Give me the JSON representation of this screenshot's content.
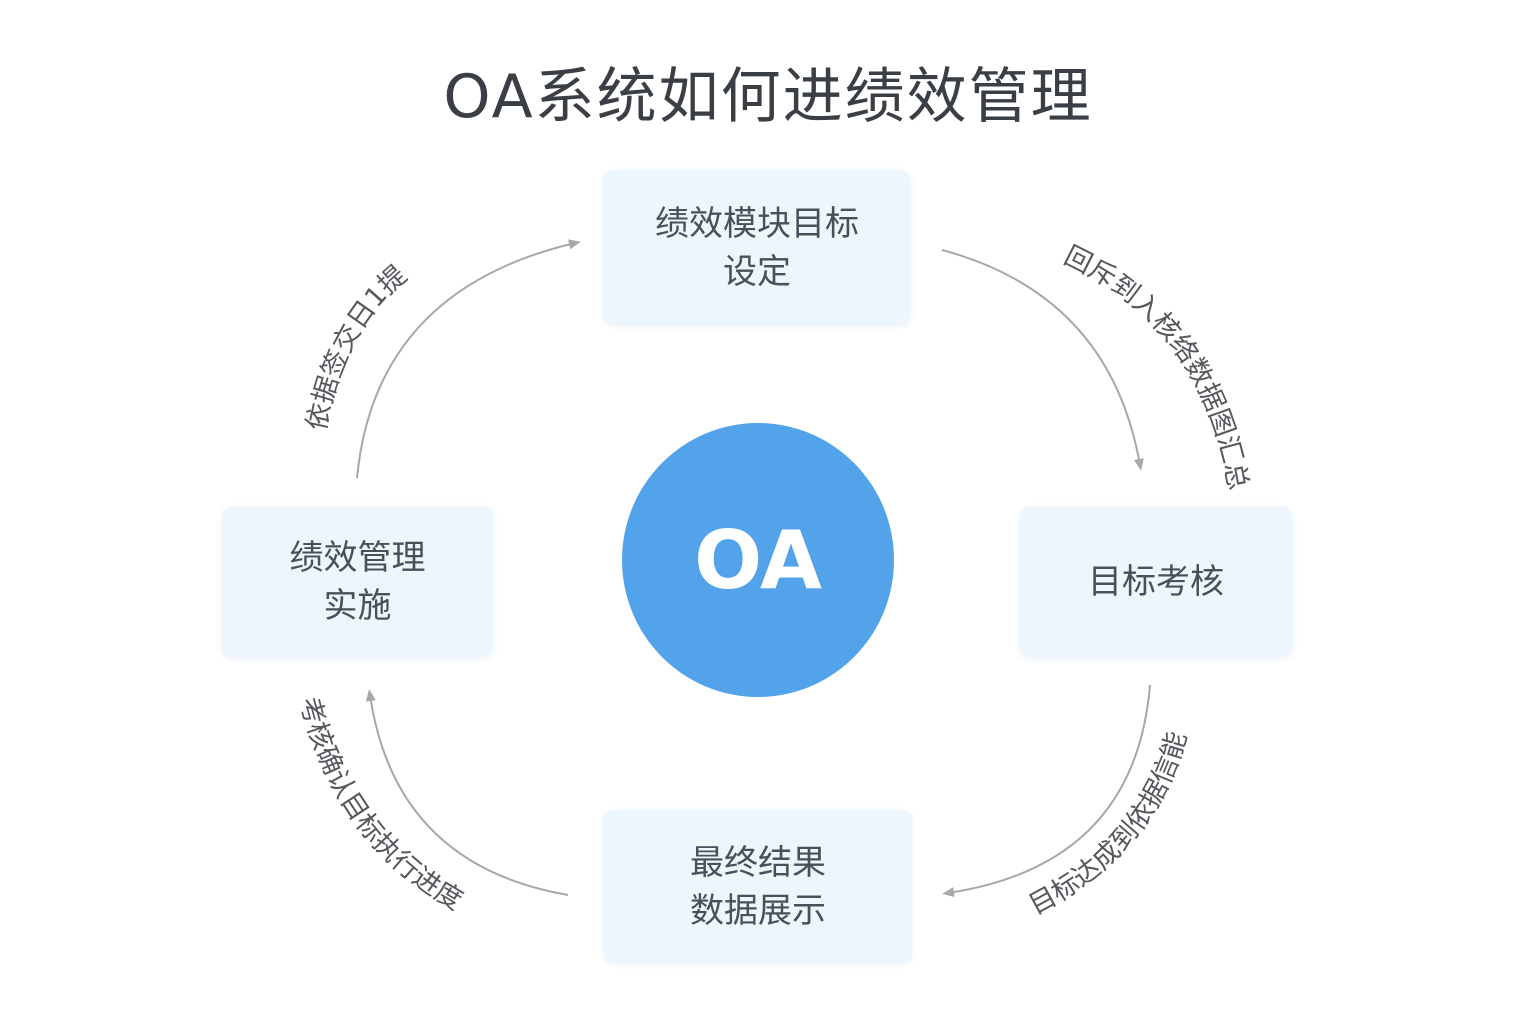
{
  "title": "OA系统如何进绩效管理",
  "center": "OA",
  "nodes": {
    "top": [
      "绩效模块目标",
      "设定"
    ],
    "right": [
      "目标考核"
    ],
    "bottom": [
      "最终结果",
      "数据展示"
    ],
    "left": [
      "绩效管理",
      "实施"
    ]
  },
  "arrows": {
    "top_right": "回斥到入核络数据图汇总",
    "bottom_right": "目标达成到依据信能",
    "bottom_left": "考核确认目标执行进度",
    "top_left": "依据签交日1提"
  },
  "colors": {
    "hub": "#52a3ea",
    "box": "#eef6fd",
    "arrow": "#a8a8a8"
  }
}
